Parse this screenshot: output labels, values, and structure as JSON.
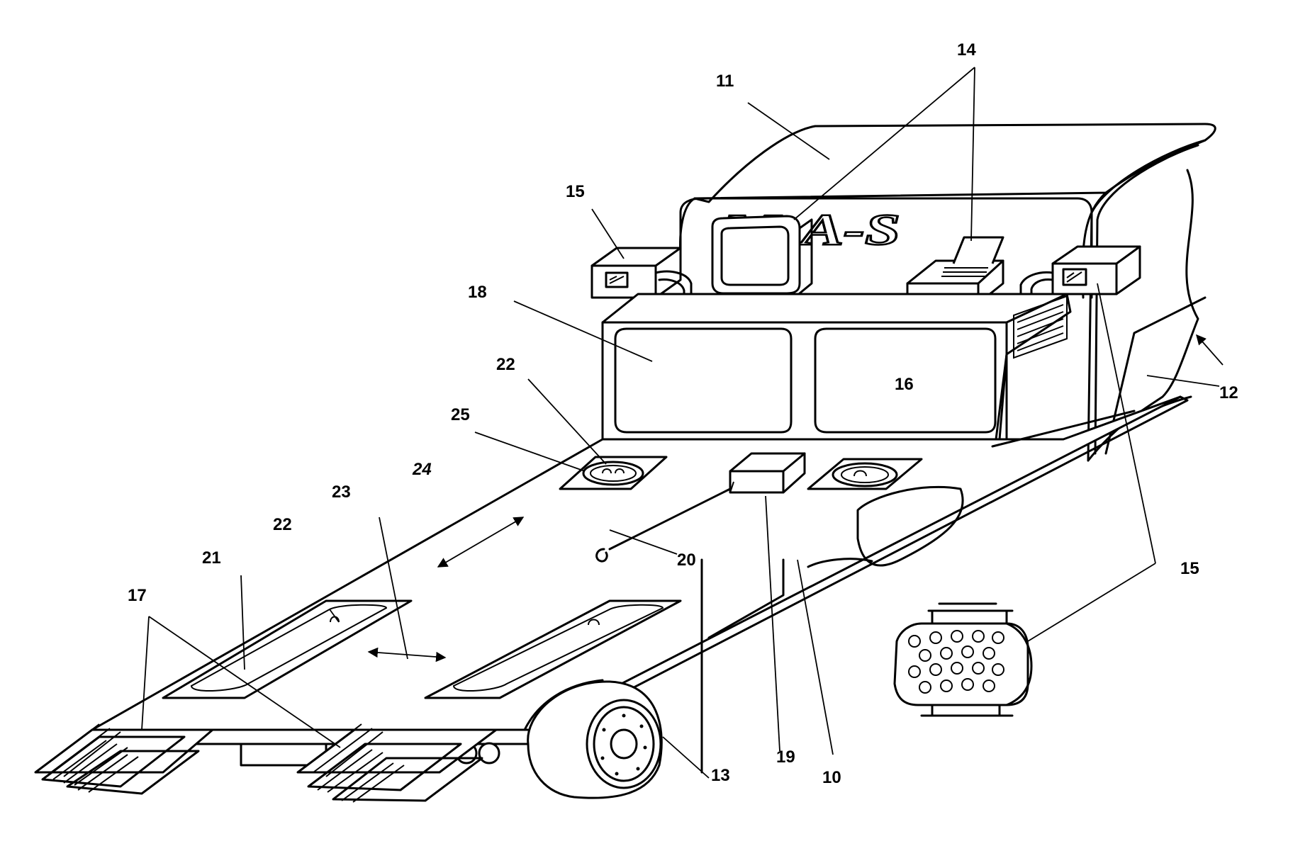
{
  "diagram": {
    "logo_text": "M-A-S",
    "labels": {
      "l10": "10",
      "l11": "11",
      "l12": "12",
      "l13": "13",
      "l14": "14",
      "l15a": "15",
      "l15b": "15",
      "l16": "16",
      "l17": "17",
      "l18": "18",
      "l19": "19",
      "l20": "20",
      "l21": "21",
      "l22a": "22",
      "l22b": "22",
      "l23": "23",
      "l24": "24",
      "l25": "25"
    }
  }
}
